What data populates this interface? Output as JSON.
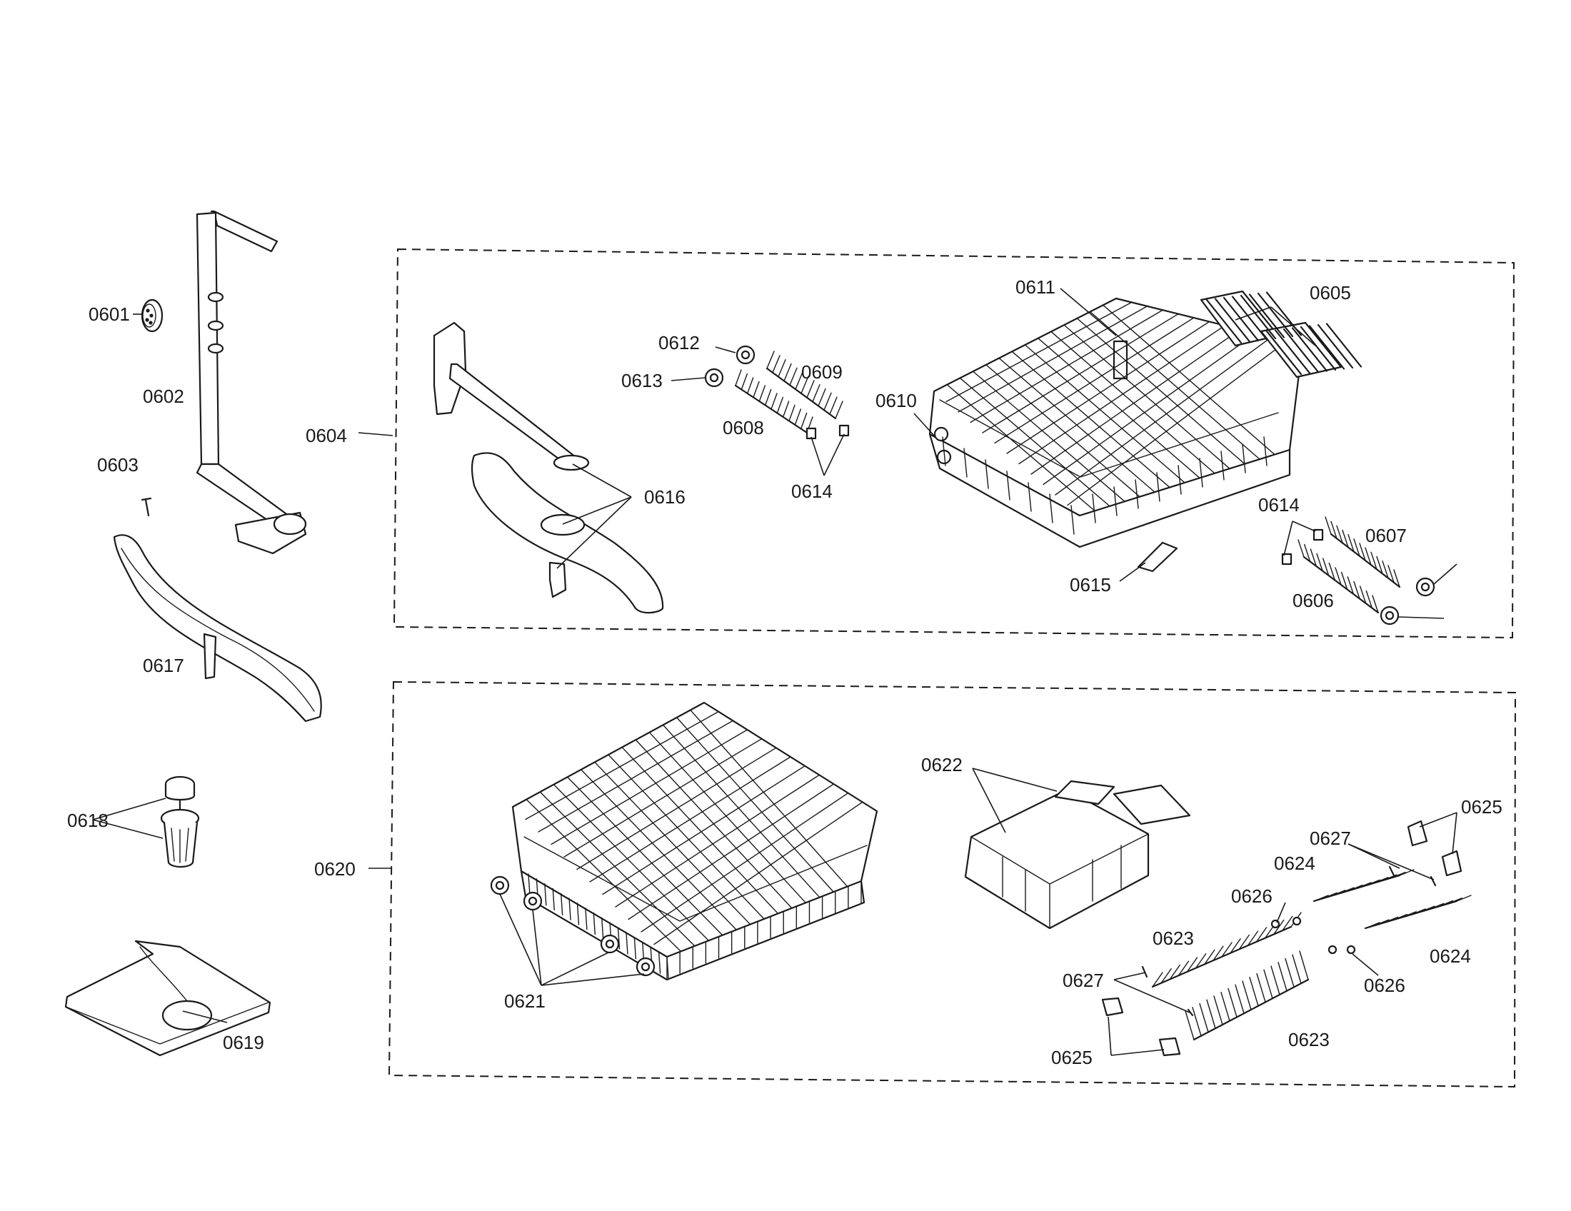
{
  "diagram": {
    "callouts": {
      "c0601": "0601",
      "c0602": "0602",
      "c0603": "0603",
      "c0604": "0604",
      "c0605": "0605",
      "c0606": "0606",
      "c0607": "0607",
      "c0608": "0608",
      "c0609": "0609",
      "c0610": "0610",
      "c0611": "0611",
      "c0612": "0612",
      "c0613": "0613",
      "c0614": "0614",
      "c0615": "0615",
      "c0616": "0616",
      "c0617": "0617",
      "c0618": "0618",
      "c0619": "0619",
      "c0620": "0620",
      "c0621": "0621",
      "c0622": "0622",
      "c0623": "0623",
      "c0624": "0624",
      "c0625": "0625",
      "c0626": "0626",
      "c0627": "0627"
    },
    "colors": {
      "line": "#1a1a1a",
      "background": "#ffffff"
    }
  }
}
